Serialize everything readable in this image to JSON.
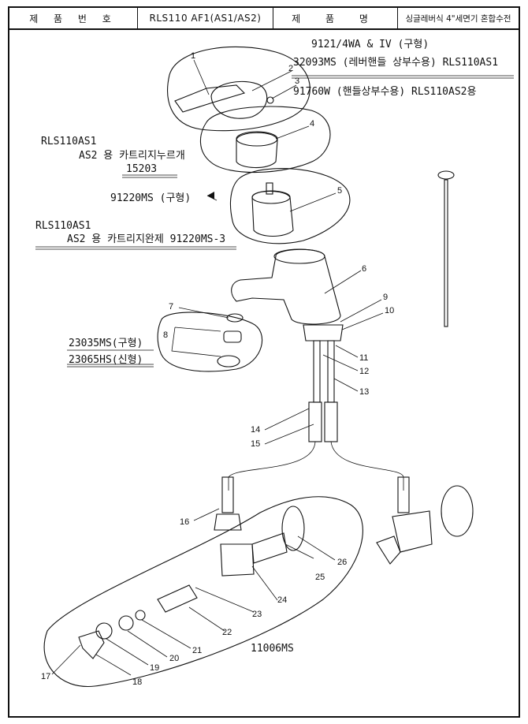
{
  "header": {
    "product_no_label": "제 품 번 호",
    "model_no": "RLS110 AF1(AS1/AS2)",
    "product_name_label": "제 품 명",
    "product_name": "싱글레버식 4\"세면기 혼합수전"
  },
  "notes": {
    "line1": "9121/4WA & IV (구형)",
    "line2": "32093MS (레버핸들 상부수용) RLS110AS1",
    "line3": "91760W (핸들상부수용) RLS110AS2용",
    "cartridge_cap_1": "RLS110AS1",
    "cartridge_cap_2": "AS2 용 카트리지누르개",
    "cartridge_cap_no": "15203",
    "old_cartridge": "91220MS (구형)",
    "cartridge_assy_1": "RLS110AS1",
    "cartridge_assy_2": "AS2 용 카트리지완제 91220MS-3",
    "aerator_old": "23035MS(구형)",
    "aerator_new": "23065HS(신형)",
    "valve_set": "11006MS"
  },
  "part_numbers": [
    "1",
    "2",
    "3",
    "4",
    "5",
    "6",
    "7",
    "8",
    "9",
    "10",
    "11",
    "12",
    "13",
    "14",
    "15",
    "16",
    "17",
    "18",
    "19",
    "20",
    "21",
    "22",
    "23",
    "24",
    "25",
    "26"
  ]
}
